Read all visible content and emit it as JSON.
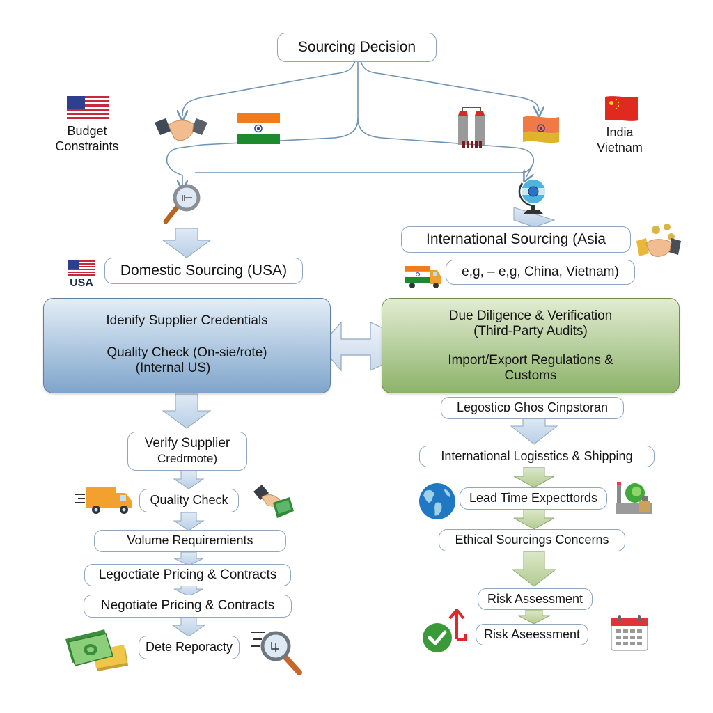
{
  "title": "Sourcing Decision",
  "top_labels": {
    "left": [
      "Budget",
      "Constraints"
    ],
    "right": [
      "India",
      "Vietnam"
    ]
  },
  "domestic": {
    "header": "Domestic Sourcing (USA)",
    "flag_label": "USA",
    "main_box": {
      "line1": "Idenify Supplier Credentials",
      "line2": "Quality Check (On-sie/rote)",
      "line3": "(Internal US)"
    },
    "steps": [
      [
        "Verify Supplier",
        "Credrmote)"
      ],
      "Quality Check",
      "Volume Requiremients",
      "Legoctiate Pricing & Contracts",
      "Negotiate Pricing & Contracts",
      "Dete Reporacty"
    ]
  },
  "international": {
    "header": "International Sourcing (Asia",
    "subheader": "e,g, – e,g, China, Vietnam)",
    "main_box": {
      "line1": "Due Diligence & Verification",
      "line2": "(Third-Party Audits)",
      "line3": "Import/Export Regulations &",
      "line4": "Customs"
    },
    "steps": [
      "Legosticɒ Ghos Cinpstoran",
      "International Logisstics & Shipping",
      "Lead Time Expecttords",
      "Ethical Sourcings Concerns",
      "Risk Assessment",
      "Risk Aseessment"
    ]
  },
  "icons": {
    "usa_flag_top": "usa-flag-icon",
    "handshake_left": "handshake-icon",
    "india_flag_left": "india-flag-icon",
    "factory_top": "factory-icon",
    "india_flag_wavy": "india-flag-wavy-icon",
    "china_flag": "china-flag-icon",
    "magnifier_left": "magnifier-icon",
    "globe_stand": "globe-icon",
    "usa_flag_small": "usa-flag-icon",
    "handshake_right": "handshake-icon",
    "india_truck": "india-truck-icon",
    "truck": "delivery-truck-icon",
    "hand_money": "hand-money-icon",
    "cash_stack": "cash-stack-icon",
    "magnifier_bottom": "magnifier-icon",
    "earth": "earth-globe-icon",
    "green_factory": "green-factory-icon",
    "check": "checkmark-icon",
    "red_arrow": "red-arrow-icon",
    "calendar": "calendar-icon"
  },
  "colors": {
    "blue_box_top": "#e4eef7",
    "blue_box_bottom": "#7fa5cb",
    "green_box_top": "#e2ecd2",
    "green_box_bottom": "#8db36a",
    "connector": "#6f93b3",
    "blue_arrow": "#c9dbee",
    "green_arrow": "#c3d6a8"
  }
}
